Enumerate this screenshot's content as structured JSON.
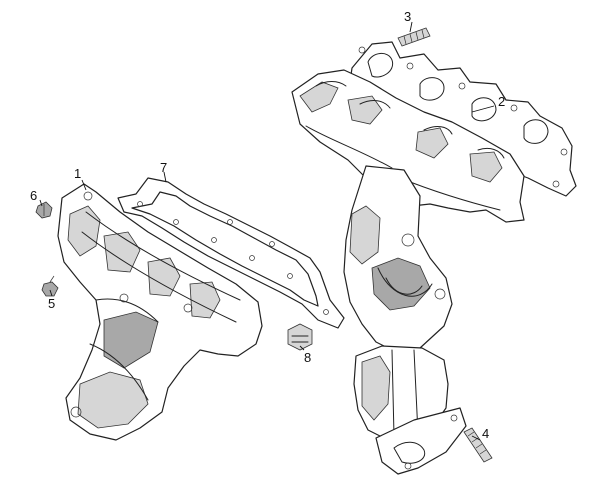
{
  "diagram": {
    "callouts": {
      "c1": "1",
      "c2": "2",
      "c3": "3",
      "c4": "4",
      "c5": "5",
      "c6": "6",
      "c7": "7",
      "c8": "8"
    }
  },
  "colors": {
    "ink": "#222222",
    "fill_light": "#d6d6d6",
    "fill_dark": "#a8a8a8",
    "background": "#ffffff"
  }
}
